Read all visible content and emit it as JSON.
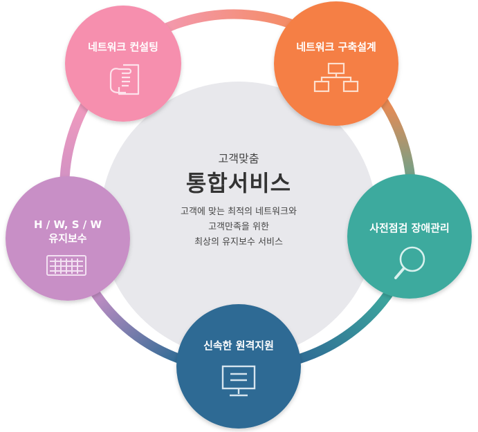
{
  "center": {
    "subtitle": "고객맞춤",
    "title": "통합서비스",
    "desc_lines": [
      "고객에 맞는 최적의 네트워크와",
      "고객만족을 위한",
      "최상의 유지보수 서비스"
    ]
  },
  "nodes": [
    {
      "id": "consulting",
      "label": "네트워크 컨설팅",
      "icon": "hand-document-icon",
      "color": "#f68fae"
    },
    {
      "id": "build",
      "label": "네트워크 구축설계",
      "icon": "network-diagram-icon",
      "color": "#f57f45"
    },
    {
      "id": "inspection",
      "label": "사전점검 장애관리",
      "icon": "magnifier-icon",
      "color": "#3eaa9e"
    },
    {
      "id": "remote",
      "label": "신속한 원격지원",
      "icon": "monitor-icon",
      "color": "#2f6b94"
    },
    {
      "id": "maintenance",
      "label": "H / W, S / W\n유지보수",
      "icon": "keyboard-icon",
      "color": "#c88fc6"
    }
  ],
  "colors": {
    "ring_pink": "#e68fb8",
    "ring_orange": "#f0885a",
    "ring_teal": "#3eaa9e",
    "ring_blue": "#2f6b94",
    "ring_purple": "#b58fc8",
    "center_bg": "#e8e8ec"
  }
}
